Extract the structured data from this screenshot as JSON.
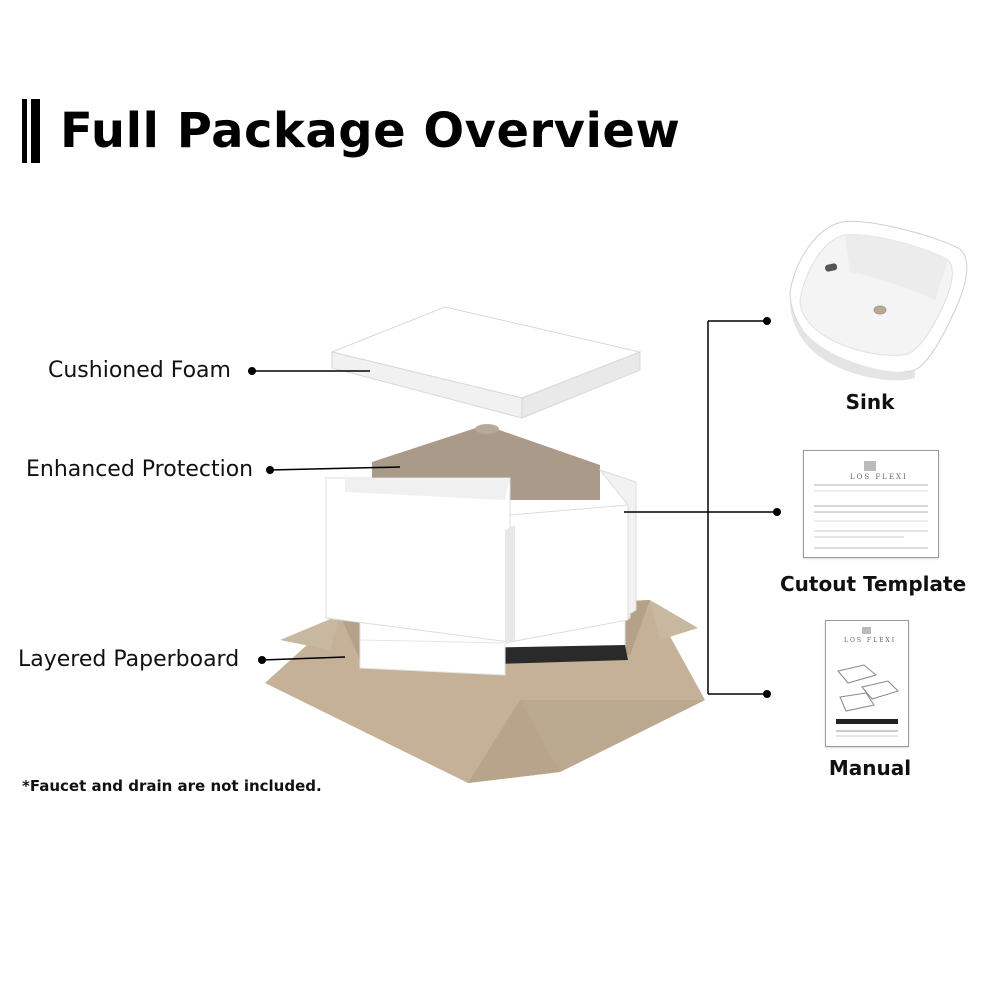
{
  "header": {
    "title": "Full Package Overview"
  },
  "callouts": {
    "foam": "Cushioned Foam",
    "protection": "Enhanced Protection",
    "paperboard": "Layered Paperboard"
  },
  "contents": {
    "sink": "Sink",
    "template": "Cutout Template",
    "manual": "Manual"
  },
  "doc_brand": "LOS FLEXI",
  "footnote": "*Faucet and drain are not included.",
  "colors": {
    "cardboard": "#c4b197",
    "foam": "#ffffff",
    "basin": "#a99a8a",
    "line": "#000000"
  }
}
